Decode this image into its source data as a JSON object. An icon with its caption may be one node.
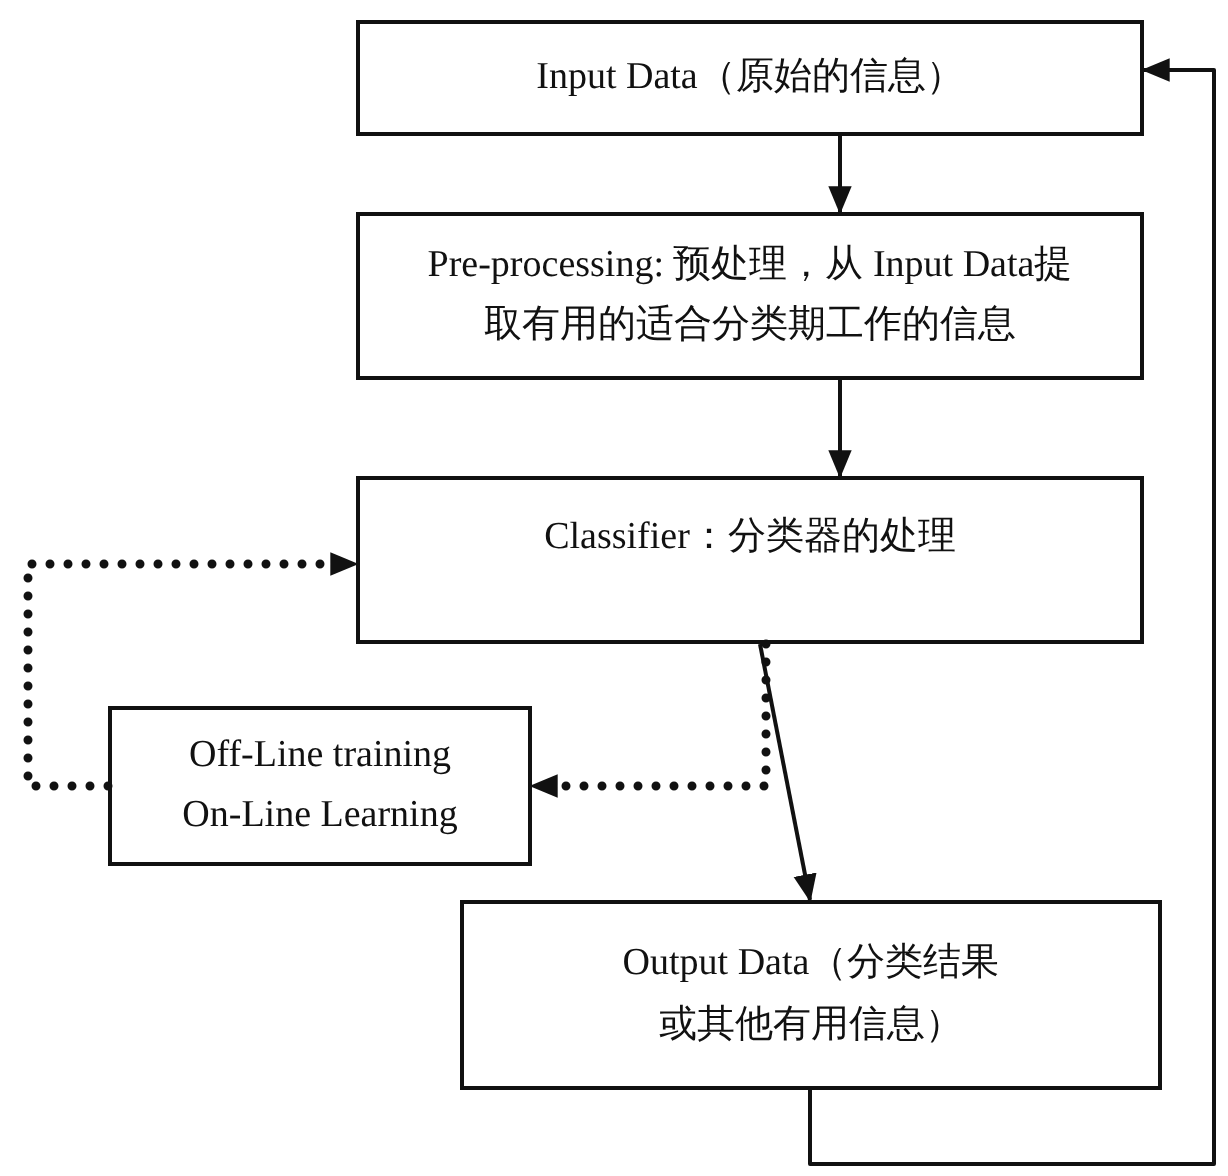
{
  "diagram": {
    "nodes": [
      {
        "text": [
          "Input Data（原始的信息）"
        ]
      },
      {
        "text": [
          "Pre-processing: 预处理，从 Input Data提取有用的适合分类期工作的信息"
        ]
      },
      {
        "text": [
          "Classifier：分类器的处理"
        ]
      },
      {
        "text": [
          "Off-Line training",
          "On-Line Learning"
        ]
      },
      {
        "text": [
          "Output Data（分类结果或其他有用信息）"
        ]
      }
    ],
    "edges": [
      {
        "from": 0,
        "to": 1,
        "arrow": "to"
      },
      {
        "from": 1,
        "to": 2,
        "arrow": "to"
      },
      {
        "from": 2,
        "to": 4,
        "arrow": "to"
      },
      {
        "from": 2,
        "to": 3,
        "arrow": "to",
        "style": "dashed"
      },
      {
        "from": 3,
        "to": 2,
        "arrow": "to",
        "style": "dashed"
      },
      {
        "from": 4,
        "to": 0,
        "arrow": "to"
      }
    ]
  }
}
